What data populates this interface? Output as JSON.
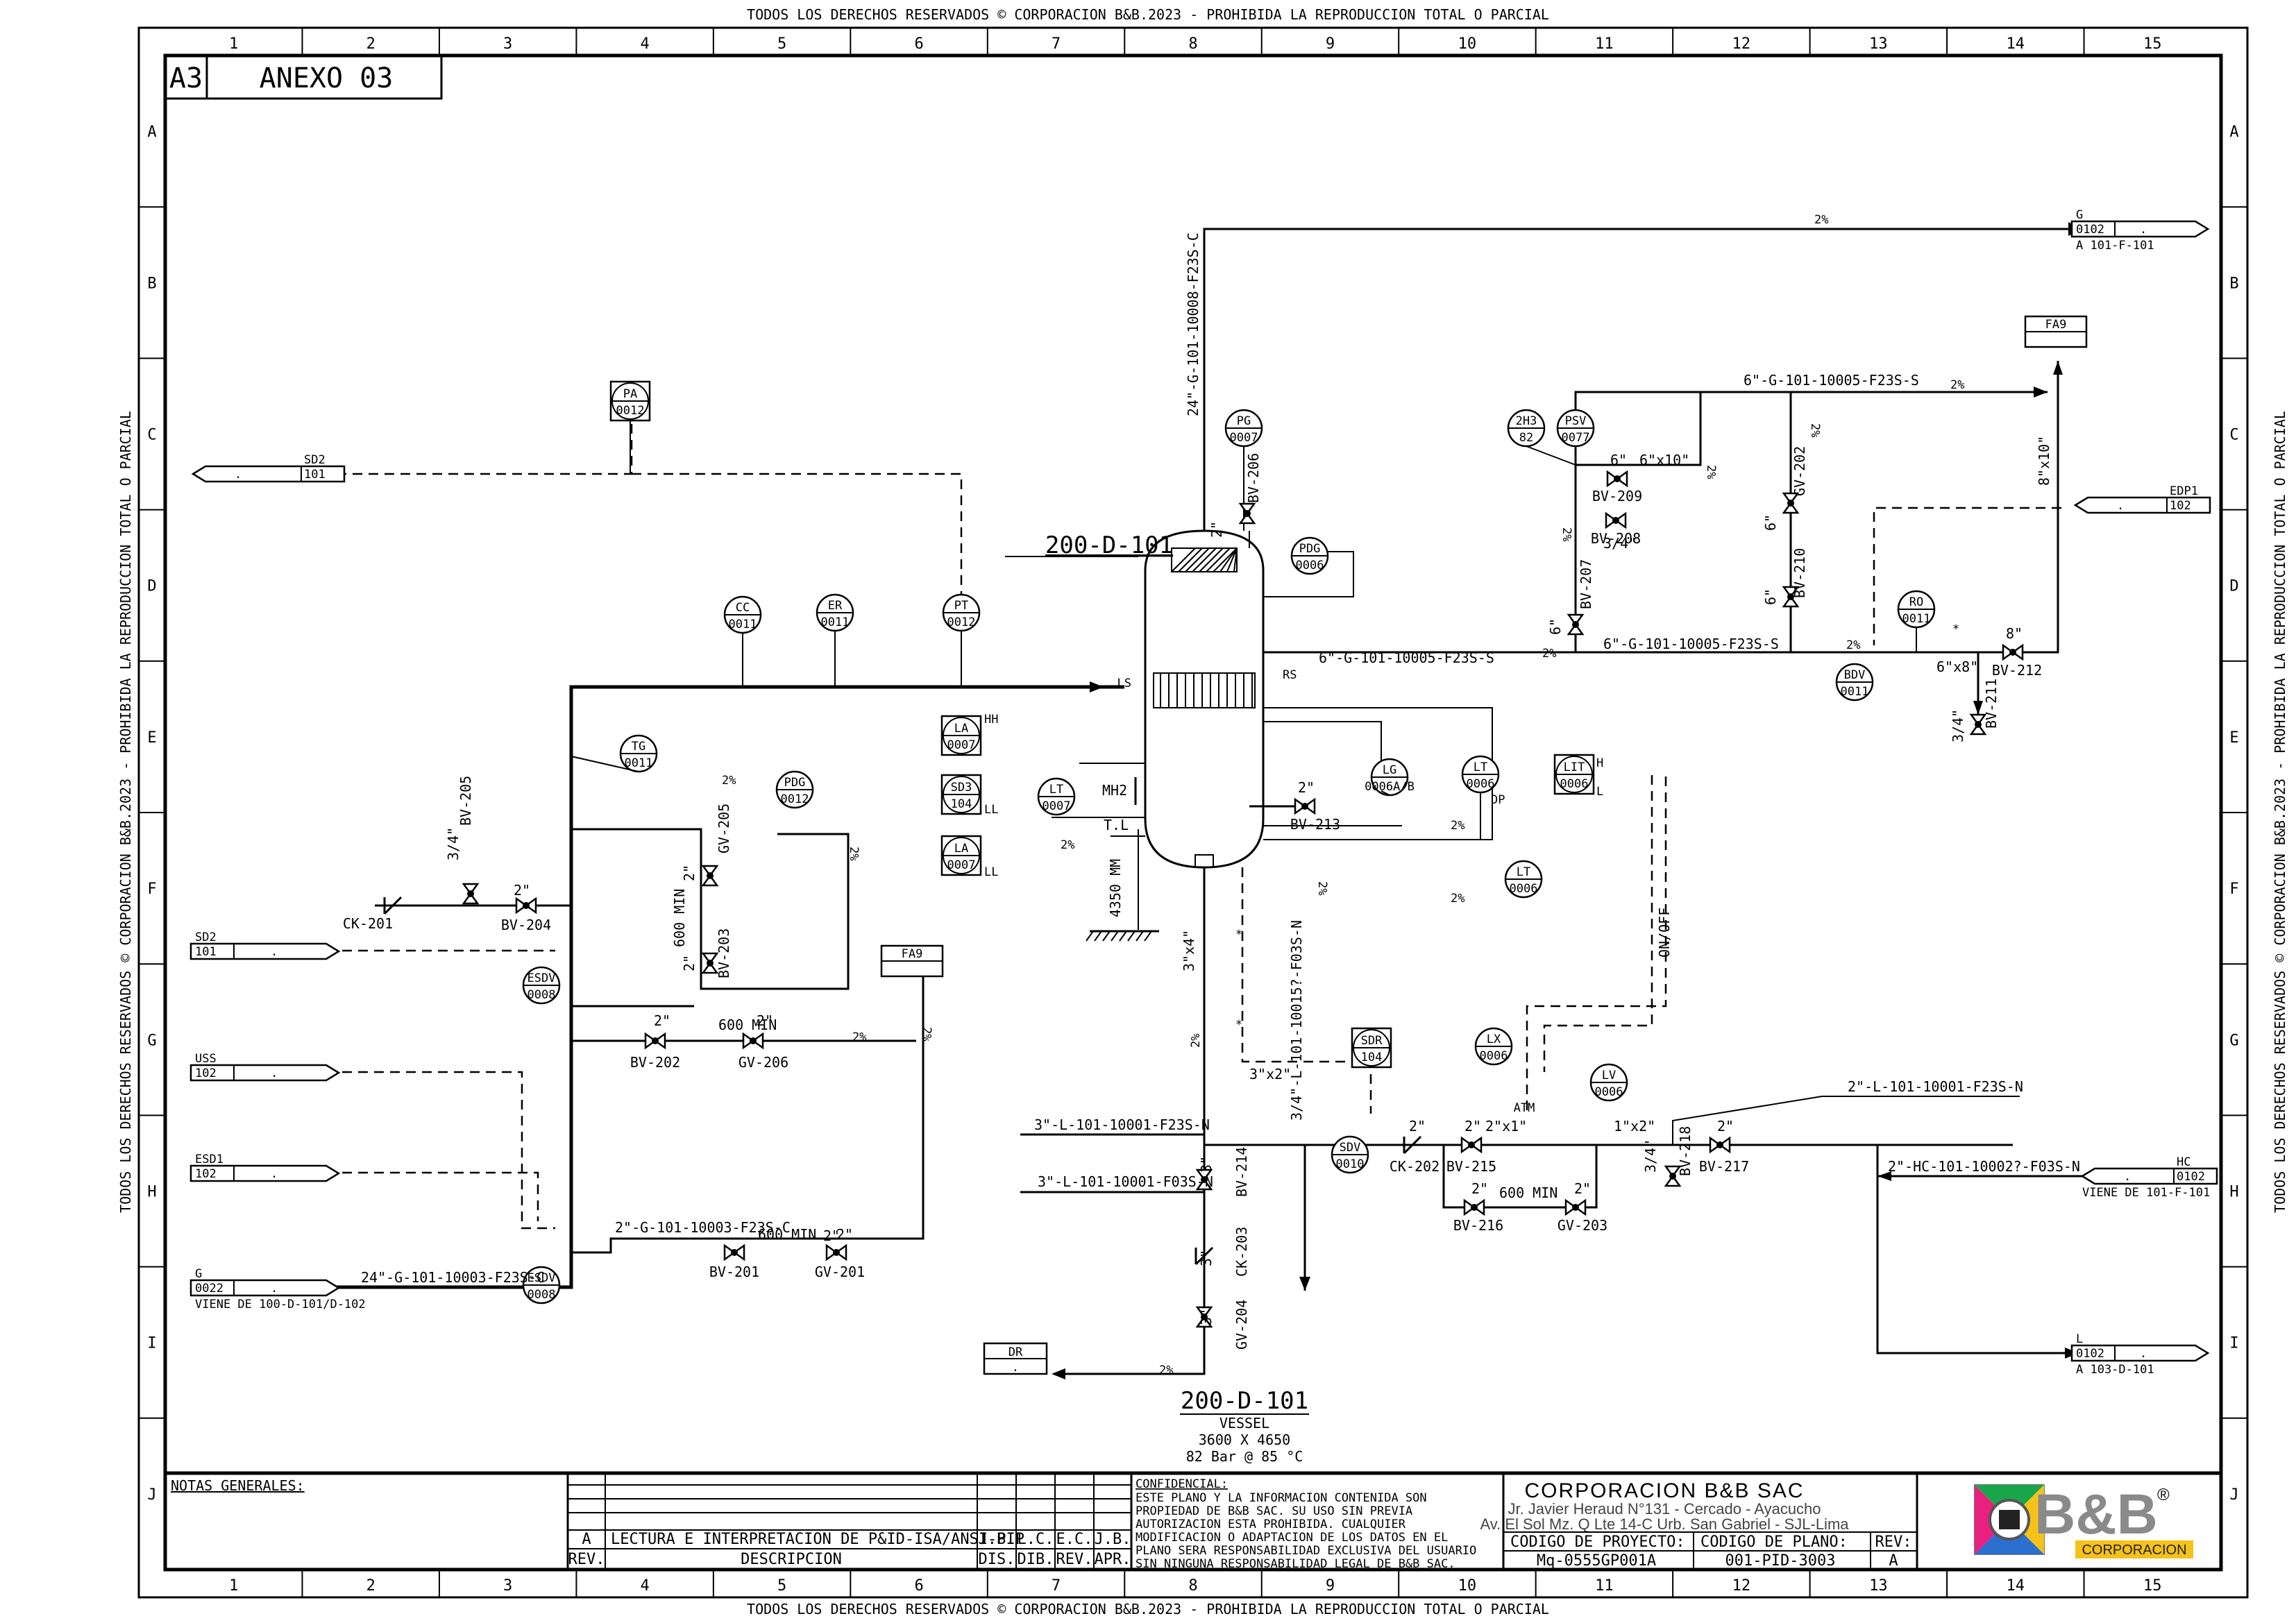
{
  "copyright_top": "TODOS LOS DERECHOS RESERVADOS © CORPORACION B&B.2023 - PROHIBIDA LA REPRODUCCION TOTAL O PARCIAL",
  "copyright_side": "TODOS LOS DERECHOS RESERVADOS © CORPORACION B&B.2023 - PROHIBIDA LA REPRODUCCION TOTAL O PARCIAL",
  "columns": [
    "1",
    "2",
    "3",
    "4",
    "5",
    "6",
    "7",
    "8",
    "9",
    "10",
    "11",
    "12",
    "13",
    "14",
    "15"
  ],
  "rows": [
    "A",
    "B",
    "C",
    "D",
    "E",
    "F",
    "G",
    "H",
    "I",
    "J"
  ],
  "sheet_size": "A3",
  "annex_title": "ANEXO 03",
  "vessel": {
    "tag_top": "200-D-101",
    "tag_bottom": "200-D-101",
    "type": "VESSEL",
    "dims": "3600 X 4650",
    "conditions": "82 Bar @ 85 °C",
    "elev": "4350 MM",
    "tl": "T.L",
    "mh": "MH2",
    "ls": "LS",
    "rs": "RS"
  },
  "instruments": [
    {
      "tag": "PA",
      "num": "0012"
    },
    {
      "tag": "PG",
      "num": "0007"
    },
    {
      "tag": "PDG",
      "num": "0006"
    },
    {
      "tag": "CC",
      "num": "0011"
    },
    {
      "tag": "ER",
      "num": "0011"
    },
    {
      "tag": "PT",
      "num": "0012"
    },
    {
      "tag": "TG",
      "num": "0011"
    },
    {
      "tag": "PDG",
      "num": "0012"
    },
    {
      "tag": "LA",
      "num": "0007"
    },
    {
      "tag": "SD3",
      "num": "104"
    },
    {
      "tag": "LA",
      "num": "0007"
    },
    {
      "tag": "LT",
      "num": "0007"
    },
    {
      "tag": "LG",
      "num": "0006A/B"
    },
    {
      "tag": "LT",
      "num": "0006"
    },
    {
      "tag": "LIT",
      "num": "0006"
    },
    {
      "tag": "LT",
      "num": "0006"
    },
    {
      "tag": "2H3",
      "num": "82"
    },
    {
      "tag": "PSV",
      "num": "0077"
    },
    {
      "tag": "RO",
      "num": "0011"
    },
    {
      "tag": "BDV",
      "num": "0011"
    },
    {
      "tag": "ESDV",
      "num": "0008"
    },
    {
      "tag": "ESDV",
      "num": "0008"
    },
    {
      "tag": "SDR",
      "num": "104"
    },
    {
      "tag": "SDV",
      "num": "0010"
    },
    {
      "tag": "LX",
      "num": "0006"
    },
    {
      "tag": "LV",
      "num": "0006"
    },
    {
      "tag": "FA9",
      "num": ""
    },
    {
      "tag": "FA9",
      "num": ""
    }
  ],
  "valves": [
    "BV-205",
    "BV-204",
    "CK-201",
    "GV-205",
    "BV-203",
    "BV-202",
    "GV-206",
    "BV-201",
    "GV-201",
    "BV-206",
    "BV-213",
    "BV-209",
    "BV-208",
    "BV-207",
    "GV-202",
    "BV-210",
    "BV-212",
    "BV-211",
    "CK-202",
    "BV-215",
    "BV-214",
    "CK-203",
    "GV-204",
    "BV-216",
    "GV-203",
    "BV-218",
    "BV-217"
  ],
  "lines": {
    "overhead": "24\"-G-101-10008-F23S-C",
    "gas_out_1": "6\"-G-101-10005-F23S-S",
    "gas_out_2": "6\"-G-101-10005-F23S-S",
    "gas_out_3": "6\"-G-101-10005-F23S-S",
    "inlet_main": "24\"-G-101-10003-F23S-C",
    "inlet_bypass": "2\"-G-101-10003-F23S-C",
    "liquid_1": "3\"-L-101-10001-F23S-N",
    "liquid_2": "3\"-L-101-10001-F03S-N",
    "liquid_3": "3/4\"-L-101-10015?-F03S-N",
    "liquid_out": "2\"-L-101-10001-F23S-N",
    "hc_in": "2\"-HC-101-10002?-F03S-N"
  },
  "sizes": {
    "s2": "2\"",
    "s34": "3/4\"",
    "s3": "3\"",
    "s6": "6\"",
    "s8": "8\"",
    "s610": "6\"x10\"",
    "s68": "6\"x8\"",
    "s810": "8\"x10\"",
    "s32": "3\"x2\"",
    "s21": "2\"x1\"",
    "s12": "1\"x2\"",
    "s34x4": "3\"x4\"",
    "min600": "600 MIN",
    "slope": "2%",
    "atm": "ATM",
    "onoff": "ON/OFF",
    "hh": "HH",
    "ll": "LL",
    "h": "H",
    "l": "L",
    "dp": "DP",
    "star": "*"
  },
  "offpage": {
    "sd2_a": {
      "tag": "SD2",
      "num": "101"
    },
    "sd2_b": {
      "tag": "SD2",
      "num": "101"
    },
    "uss": {
      "tag": "USS",
      "num": "102"
    },
    "esd1": {
      "tag": "ESD1",
      "num": "102"
    },
    "g_in": {
      "tag": "G",
      "num": "0022",
      "desc": "VIENE DE 100-D-101/D-102"
    },
    "g_out": {
      "tag": "G",
      "num": "0102",
      "desc": "A 101-F-101"
    },
    "edp1": {
      "tag": "EDP1",
      "num": "102"
    },
    "hc_in": {
      "tag": "HC",
      "num": "0102",
      "desc": "VIENE DE 101-F-101"
    },
    "l_out": {
      "tag": "L",
      "num": "0102",
      "desc": "A 103-D-101"
    },
    "dr": {
      "tag": "DR",
      "num": "."
    },
    "dot": "."
  },
  "title_block": {
    "notes_label": "NOTAS GENERALES:",
    "rev_row": {
      "rev": "A",
      "desc": "LECTURA E INTERPRETACION DE P&ID-ISA/ANSI-PIP",
      "dis": "J.B.",
      "dib": "L.C.",
      "rev2": "E.C.",
      "apr": "J.B."
    },
    "headers": {
      "rev": "REV.",
      "desc": "DESCRIPCION",
      "dis": "DIS.",
      "dib": "DIB.",
      "rev2": "REV.",
      "apr": "APR."
    },
    "conf_title": "CONFIDENCIAL:",
    "conf_lines": [
      "ESTE PLANO Y LA INFORMACION CONTENIDA SON",
      "PROPIEDAD DE B&B SAC. SU USO SIN PREVIA",
      "AUTORIZACION ESTA PROHIBIDA. CUALQUIER",
      "MODIFICACION O ADAPTACION DE LOS DATOS EN EL",
      "PLANO SERA RESPONSABILIDAD EXCLUSIVA DEL USUARIO",
      "SIN NINGUNA RESPONSABILIDAD LEGAL DE B&B SAC."
    ],
    "company": "CORPORACION B&B SAC",
    "addr1": "Jr. Javier Heraud N°131 - Cercado - Ayacucho",
    "addr2": "Av. El Sol Mz. Q Lte 14-C Urb. San Gabriel - SJL-Lima",
    "project_label": "CODIGO DE PROYECTO:",
    "project_code": "Mq-0555GP001A",
    "plan_label": "CODIGO DE PLANO:",
    "plan_code": "001-PID-3003",
    "rev_label": "REV:",
    "rev_value": "A",
    "logo_text": "B&B",
    "logo_reg": "®",
    "logo_sub": "CORPORACION"
  }
}
